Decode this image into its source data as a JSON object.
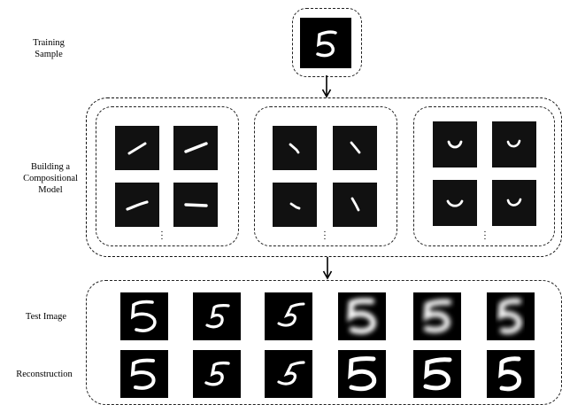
{
  "labels": {
    "training": "Training\nSample",
    "building": "Building a\nCompositional\nModel",
    "test": "Test Image",
    "reconstruction": "Reconstruction"
  },
  "colors": {
    "background": "#000000",
    "stroke": "#ffffff"
  },
  "groups": [
    {
      "name": "diagonal-stroke-parts",
      "tiles": 4
    },
    {
      "name": "short-hook-parts",
      "tiles": 4
    },
    {
      "name": "curve-parts",
      "tiles": 4
    }
  ],
  "test_images": [
    {
      "style": "sharp"
    },
    {
      "style": "sharp"
    },
    {
      "style": "sharp"
    },
    {
      "style": "blurred"
    },
    {
      "style": "blurred"
    },
    {
      "style": "blurred"
    }
  ],
  "reconstructions": 6
}
